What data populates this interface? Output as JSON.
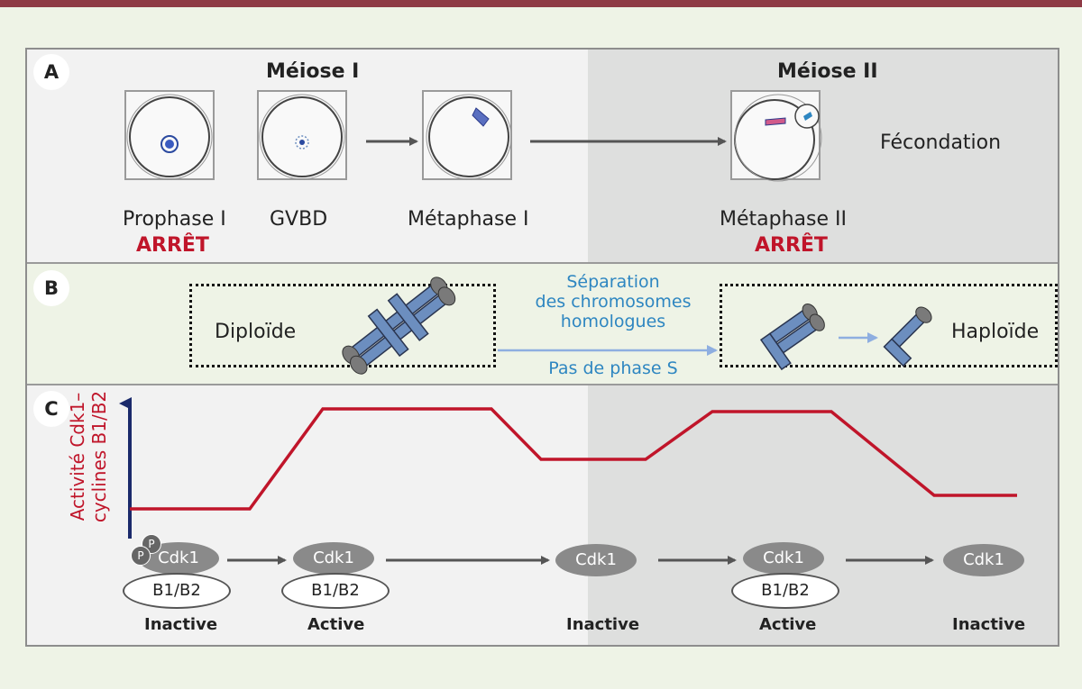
{
  "panel_a": {
    "letter": "A",
    "meiosis1_title": "Méiose I",
    "meiosis2_title": "Méiose II",
    "stages": [
      "Prophase I",
      "GVBD",
      "Métaphase I",
      "Métaphase II"
    ],
    "arrest_label": "ARRÊT",
    "fertilization": "Fécondation"
  },
  "panel_b": {
    "letter": "B",
    "diploid": "Diploïde",
    "haploid": "Haploïde",
    "arrow_text": [
      "Séparation",
      "des chromosomes",
      "homologues"
    ],
    "arrow_subtext": "Pas de phase S"
  },
  "panel_c": {
    "letter": "C",
    "y_axis_label": [
      "Activité Cdk1–",
      "cyclines B1/B2"
    ],
    "cdk_label": "Cdk1",
    "cyclin_label": "B1/B2",
    "phospho_label": "P",
    "states": [
      "Inactive",
      "Active",
      "Inactive",
      "Active",
      "Inactive"
    ]
  },
  "colors": {
    "title_bar": "#8e3a45",
    "arrest_red": "#c0152a",
    "activity_line": "#c0152a",
    "axis": "#1b2a6b",
    "text_blue": "#2e86c1",
    "chromosome": "#6c8ebf",
    "cdk": "#8a8a8a"
  }
}
